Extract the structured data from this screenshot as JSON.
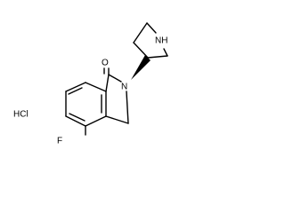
{
  "molecule": {
    "labels": {
      "oxygen": "O",
      "nitrogen_lactam": "N",
      "nitrogen_ring": "NH",
      "fluorine": "F",
      "salt": "HCl"
    }
  }
}
